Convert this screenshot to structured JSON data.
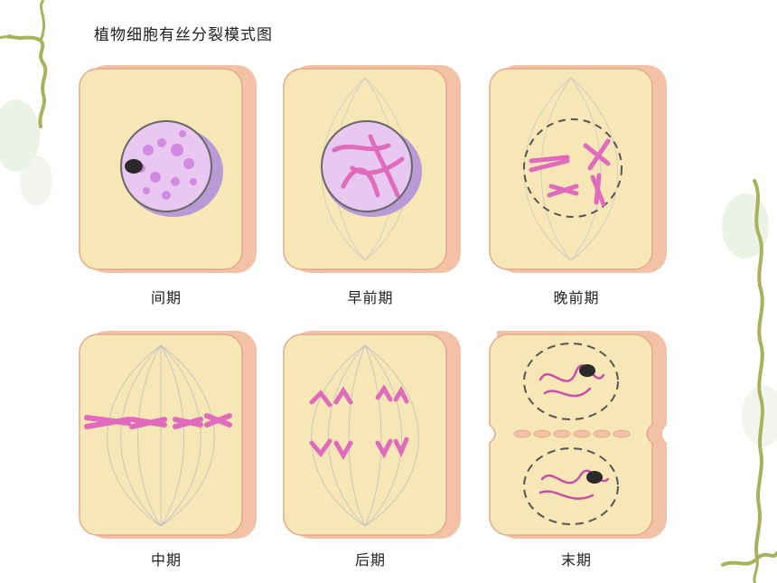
{
  "title": "植物细胞有丝分裂模式图",
  "colors": {
    "cell_fill": "#f7e7b6",
    "cell_wall": "#f3c2a6",
    "cell_wall_dark": "#e6a88a",
    "chromosome": "#e06bbd",
    "nucleus": "#e8c8f0",
    "nucleolus": "#2a2a2a",
    "spindle": "#b8b8b8"
  },
  "stages": [
    {
      "label": "间期"
    },
    {
      "label": "早前期"
    },
    {
      "label": "晚前期"
    },
    {
      "label": "中期"
    },
    {
      "label": "后期"
    },
    {
      "label": "末期"
    }
  ]
}
